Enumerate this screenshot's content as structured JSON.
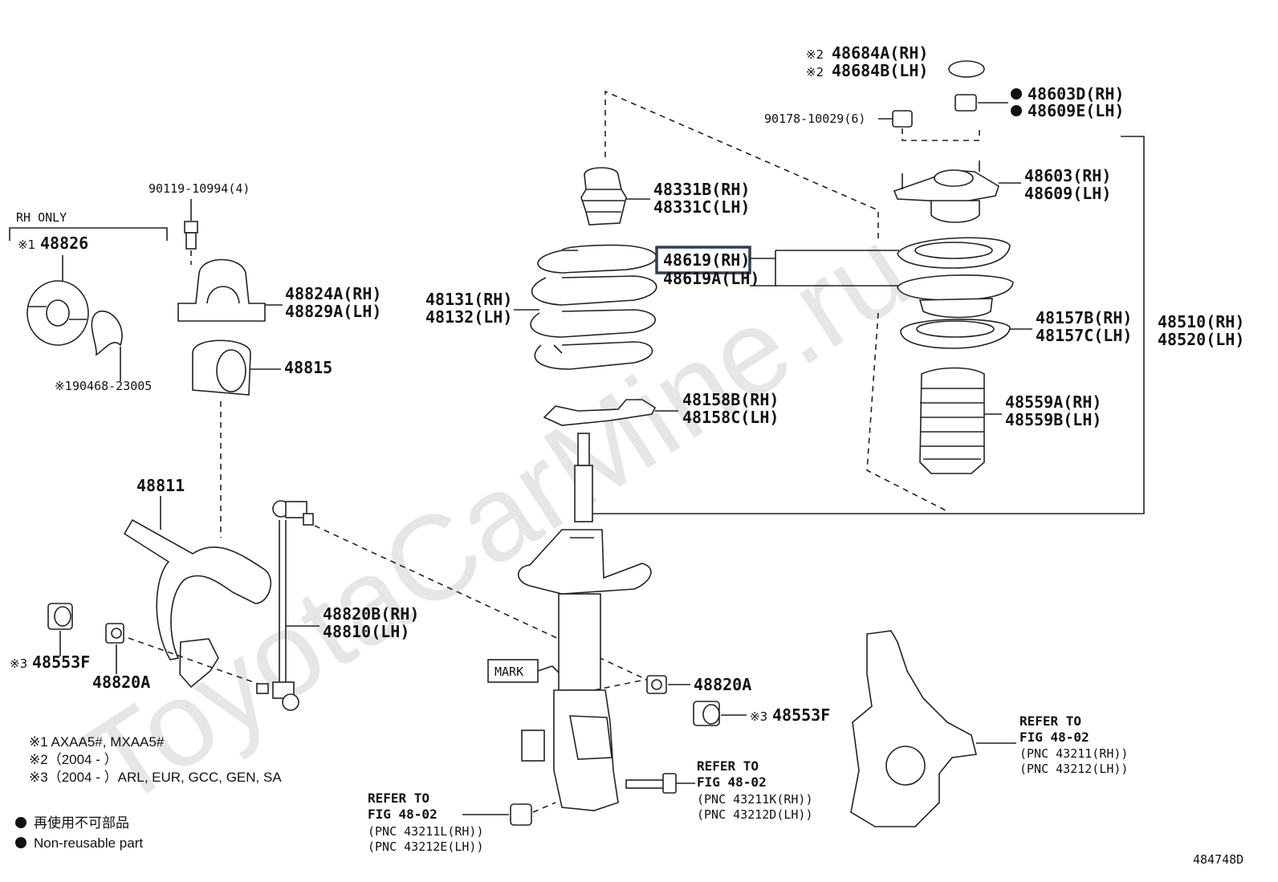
{
  "watermark": "ToyotaCarMine.ru",
  "diagram_id": "484748D",
  "rh_only": "RH ONLY",
  "mark_box": "MARK",
  "markers": {
    "x1": "※1",
    "x2": "※2",
    "x3": "※3",
    "dot": "●"
  },
  "parts": {
    "p48826": "48826",
    "p90468": "90468-23005",
    "p90119": "90119-10994(4)",
    "p48824a": "48824A(RH)",
    "p48829a": "48829A(LH)",
    "p48815": "48815",
    "p48811": "48811",
    "p48820b": "48820B(RH)",
    "p48810": "48810(LH)",
    "p48553f_left": "48553F",
    "p48820a_left": "48820A",
    "p48820a_right": "48820A",
    "p48553f_right": "48553F",
    "p48331b": "48331B(RH)",
    "p48331c": "48331C(LH)",
    "p48131": "48131(RH)",
    "p48132": "48132(LH)",
    "p48619": "48619(RH)",
    "p48619a": "48619A(LH)",
    "p48158b": "48158B(RH)",
    "p48158c": "48158C(LH)",
    "p48684a": "48684A(RH)",
    "p48684b": "48684B(LH)",
    "p48603d": "48603D(RH)",
    "p48609e": "48609E(LH)",
    "p90178": "90178-10029(6)",
    "p48603": "48603(RH)",
    "p48609": "48609(LH)",
    "p48157b": "48157B(RH)",
    "p48157c": "48157C(LH)",
    "p48559a": "48559A(RH)",
    "p48559b": "48559B(LH)",
    "p48510": "48510(RH)",
    "p48520": "48520(LH)"
  },
  "refers": {
    "bottom_nut": {
      "l1": "REFER TO",
      "l2": "FIG 48-02",
      "l3": "(PNC 43211L(RH))",
      "l4": "(PNC 43212E(LH))"
    },
    "bolt": {
      "l1": "REFER TO",
      "l2": "FIG 48-02",
      "l3": "(PNC 43211K(RH))",
      "l4": "(PNC 43212D(LH))"
    },
    "knuckle": {
      "l1": "REFER TO",
      "l2": "FIG 48-02",
      "l3": "(PNC 43211(RH))",
      "l4": "(PNC 43212(LH))"
    }
  },
  "notes": {
    "n1": "※1 AXAA5#, MXAA5#",
    "n2": "※2（2004  -      ）",
    "n3": "※3（2004  -      ）ARL, EUR, GCC, GEN, SA"
  },
  "legend": {
    "non_reusable_jp": "再使用不可部品",
    "non_reusable_en": "Non-reusable part"
  },
  "highlight_color": "#2f3f4f"
}
